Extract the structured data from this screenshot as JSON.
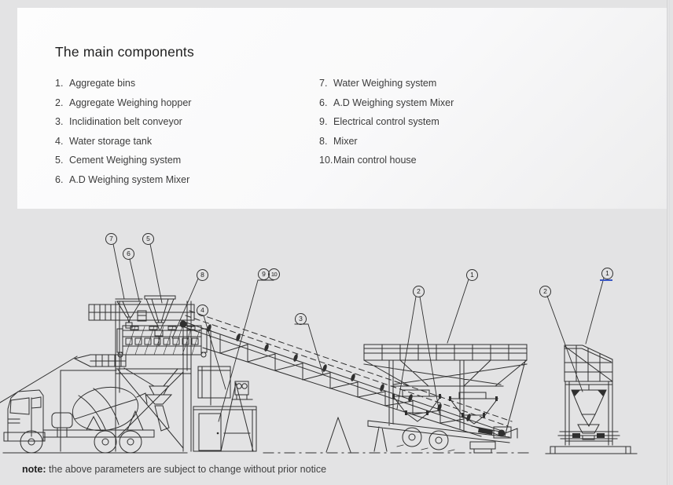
{
  "card": {
    "title": "The main components"
  },
  "components": {
    "left": [
      {
        "num": "1.",
        "label": "Aggregate bins"
      },
      {
        "num": "2.",
        "label": "Aggregate Weighing hopper"
      },
      {
        "num": "3.",
        "label": "Inclidination belt conveyor"
      },
      {
        "num": "4.",
        "label": "Water storage tank"
      },
      {
        "num": "5.",
        "label": "Cement Weighing system"
      },
      {
        "num": "6.",
        "label": "A.D Weighing system Mixer"
      }
    ],
    "right": [
      {
        "num": "7.",
        "label": "Water Weighing system"
      },
      {
        "num": "6.",
        "label": "A.D Weighing system Mixer"
      },
      {
        "num": "9.",
        "label": "Electrical control system"
      },
      {
        "num": "8.",
        "label": "Mixer"
      },
      {
        "num": "10.",
        "label": "Main control house"
      }
    ]
  },
  "callouts": {
    "n7": "7",
    "n6": "6",
    "n5": "5",
    "n8": "8",
    "n4": "4",
    "n9": "9",
    "n10": "10",
    "n3": "3",
    "n2a": "2",
    "n1a": "1",
    "n2b": "2",
    "n1b": "1"
  },
  "note": {
    "label": "note:",
    "text": "the above parameters are subject to change without prior notice"
  },
  "colors": {
    "background": "#e3e3e4",
    "card": "#fbfbfc",
    "line": "#2f2f2f",
    "text": "#3c3c3c",
    "underline": "#3a57c4"
  }
}
